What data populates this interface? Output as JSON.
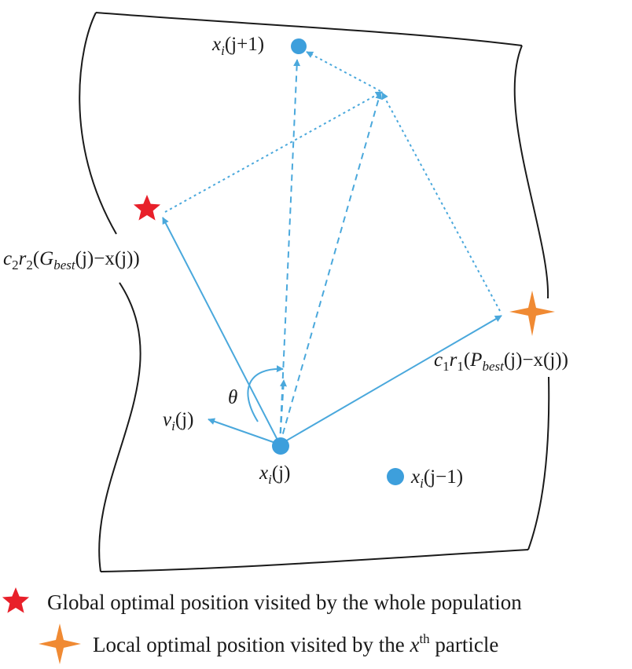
{
  "labels": {
    "x_next": {
      "base": "x",
      "sub": "i",
      "arg": "(j+1)"
    },
    "x_cur": {
      "base": "x",
      "sub": "i",
      "arg": "(j)"
    },
    "x_prev": {
      "base": "x",
      "sub": "i",
      "arg": "(j−1)"
    },
    "velocity": {
      "base": "v",
      "sub": "i",
      "arg": "(j)"
    },
    "theta": "θ",
    "social": {
      "coef": "c",
      "coef_sub": "2",
      "rand": "r",
      "rand_sub": "2",
      "open": "(",
      "best": "G",
      "best_sub": "best",
      "tail": "(j)−x(j))"
    },
    "cognitive": {
      "coef": "c",
      "coef_sub": "1",
      "rand": "r",
      "rand_sub": "1",
      "open": "(",
      "best": "P",
      "best_sub": "best",
      "tail": "(j)−x(j))"
    }
  },
  "legend": [
    {
      "icon": "red-star-icon",
      "text": "Global optimal position visited by the whole population"
    },
    {
      "icon": "orange-four-point-star-icon",
      "text_before": "Local optimal position visited by the ",
      "var": "x",
      "sup": "th",
      "text_after": " particle"
    }
  ],
  "colors": {
    "arrow": "#4aa8dc",
    "particle": "#3d9fdc",
    "global_best": "#e8202a",
    "local_best": "#f08a33",
    "boundary": "#1a1a1a"
  }
}
